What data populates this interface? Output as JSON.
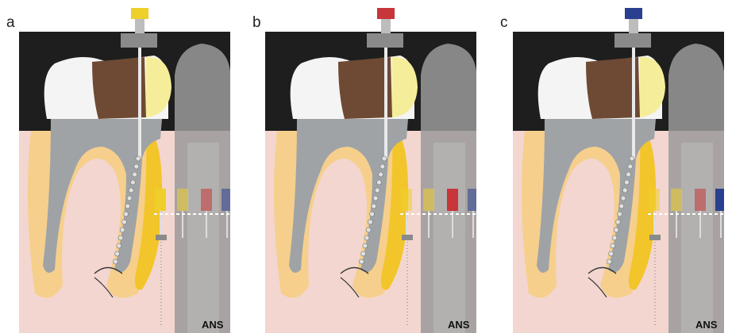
{
  "colors": {
    "background": "#ffffff",
    "xray_dark": "#1e1e1e",
    "xray_gray": "#9a9a9a",
    "gingiva_pink": "#f3d6cf",
    "dentin_tan": "#f6cf8c",
    "root_yellow": "#f2c52b",
    "crown_white": "#f4f4f4",
    "filling_brown": "#6e4a34",
    "pulp_yellow": "#f6ed9a",
    "canal_gray": "#9fa3a6",
    "file_yellow": "#efd02a",
    "file_red": "#c8353a",
    "file_blue": "#2a3f8f",
    "file_silver": "#c8c8c8"
  },
  "panels": [
    {
      "letter": "a",
      "handle_color": "yellow",
      "highlight_file": "yellow",
      "watermark": "ANS"
    },
    {
      "letter": "b",
      "handle_color": "red",
      "highlight_file": "red",
      "watermark": "ANS"
    },
    {
      "letter": "c",
      "handle_color": "blue",
      "highlight_file": "blue",
      "watermark": "ANS"
    }
  ]
}
